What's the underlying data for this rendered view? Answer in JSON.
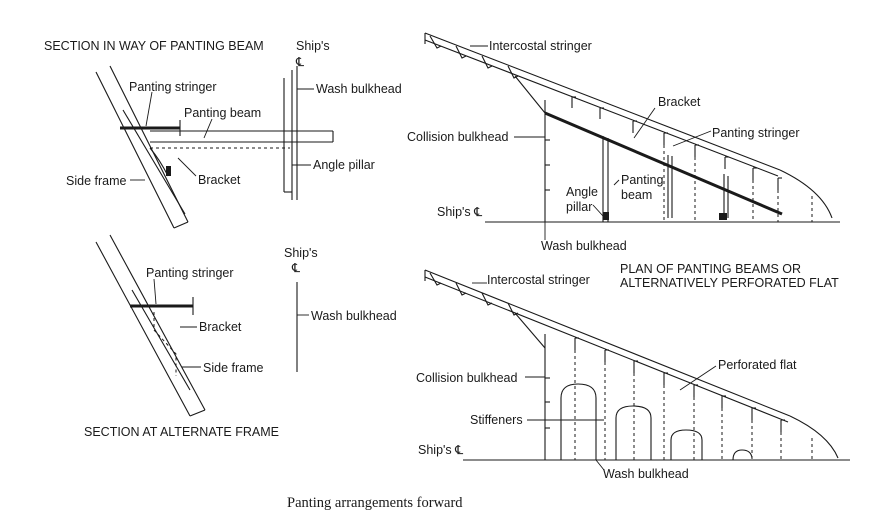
{
  "diagram": {
    "caption": "Panting arrangements forward",
    "top_left": {
      "title": "SECTION IN WAY OF PANTING BEAM",
      "ships_label": "Ship's",
      "cl_mark": "℄",
      "panting_stringer": "Panting stringer",
      "wash_bulkhead": "Wash bulkhead",
      "panting_beam": "Panting beam",
      "angle_pillar": "Angle pillar",
      "side_frame": "Side frame",
      "bracket": "Bracket"
    },
    "bottom_left": {
      "title": "SECTION AT ALTERNATE FRAME",
      "ships_label": "Ship's",
      "cl_mark": "℄",
      "panting_stringer": "Panting stringer",
      "wash_bulkhead": "Wash bulkhead",
      "bracket": "Bracket",
      "side_frame": "Side frame"
    },
    "top_right": {
      "intercostal_stringer": "Intercostal stringer",
      "bracket": "Bracket",
      "panting_stringer": "Panting stringer",
      "collision_bulkhead": "Collision bulkhead",
      "panting_beam_1": "Panting",
      "panting_beam_2": "beam",
      "angle_pillar_1": "Angle",
      "angle_pillar_2": "pillar",
      "ships_cl": "Ship's ℄",
      "wash_bulkhead": "Wash bulkhead"
    },
    "bottom_right": {
      "title_1": "PLAN OF PANTING BEAMS OR",
      "title_2": "ALTERNATIVELY PERFORATED FLAT",
      "intercostal_stringer": "Intercostal stringer",
      "perforated_flat": "Perforated flat",
      "collision_bulkhead": "Collision bulkhead",
      "stiffeners": "Stiffeners",
      "ships_cl": "Ship's ℄",
      "wash_bulkhead": "Wash bulkhead"
    }
  }
}
